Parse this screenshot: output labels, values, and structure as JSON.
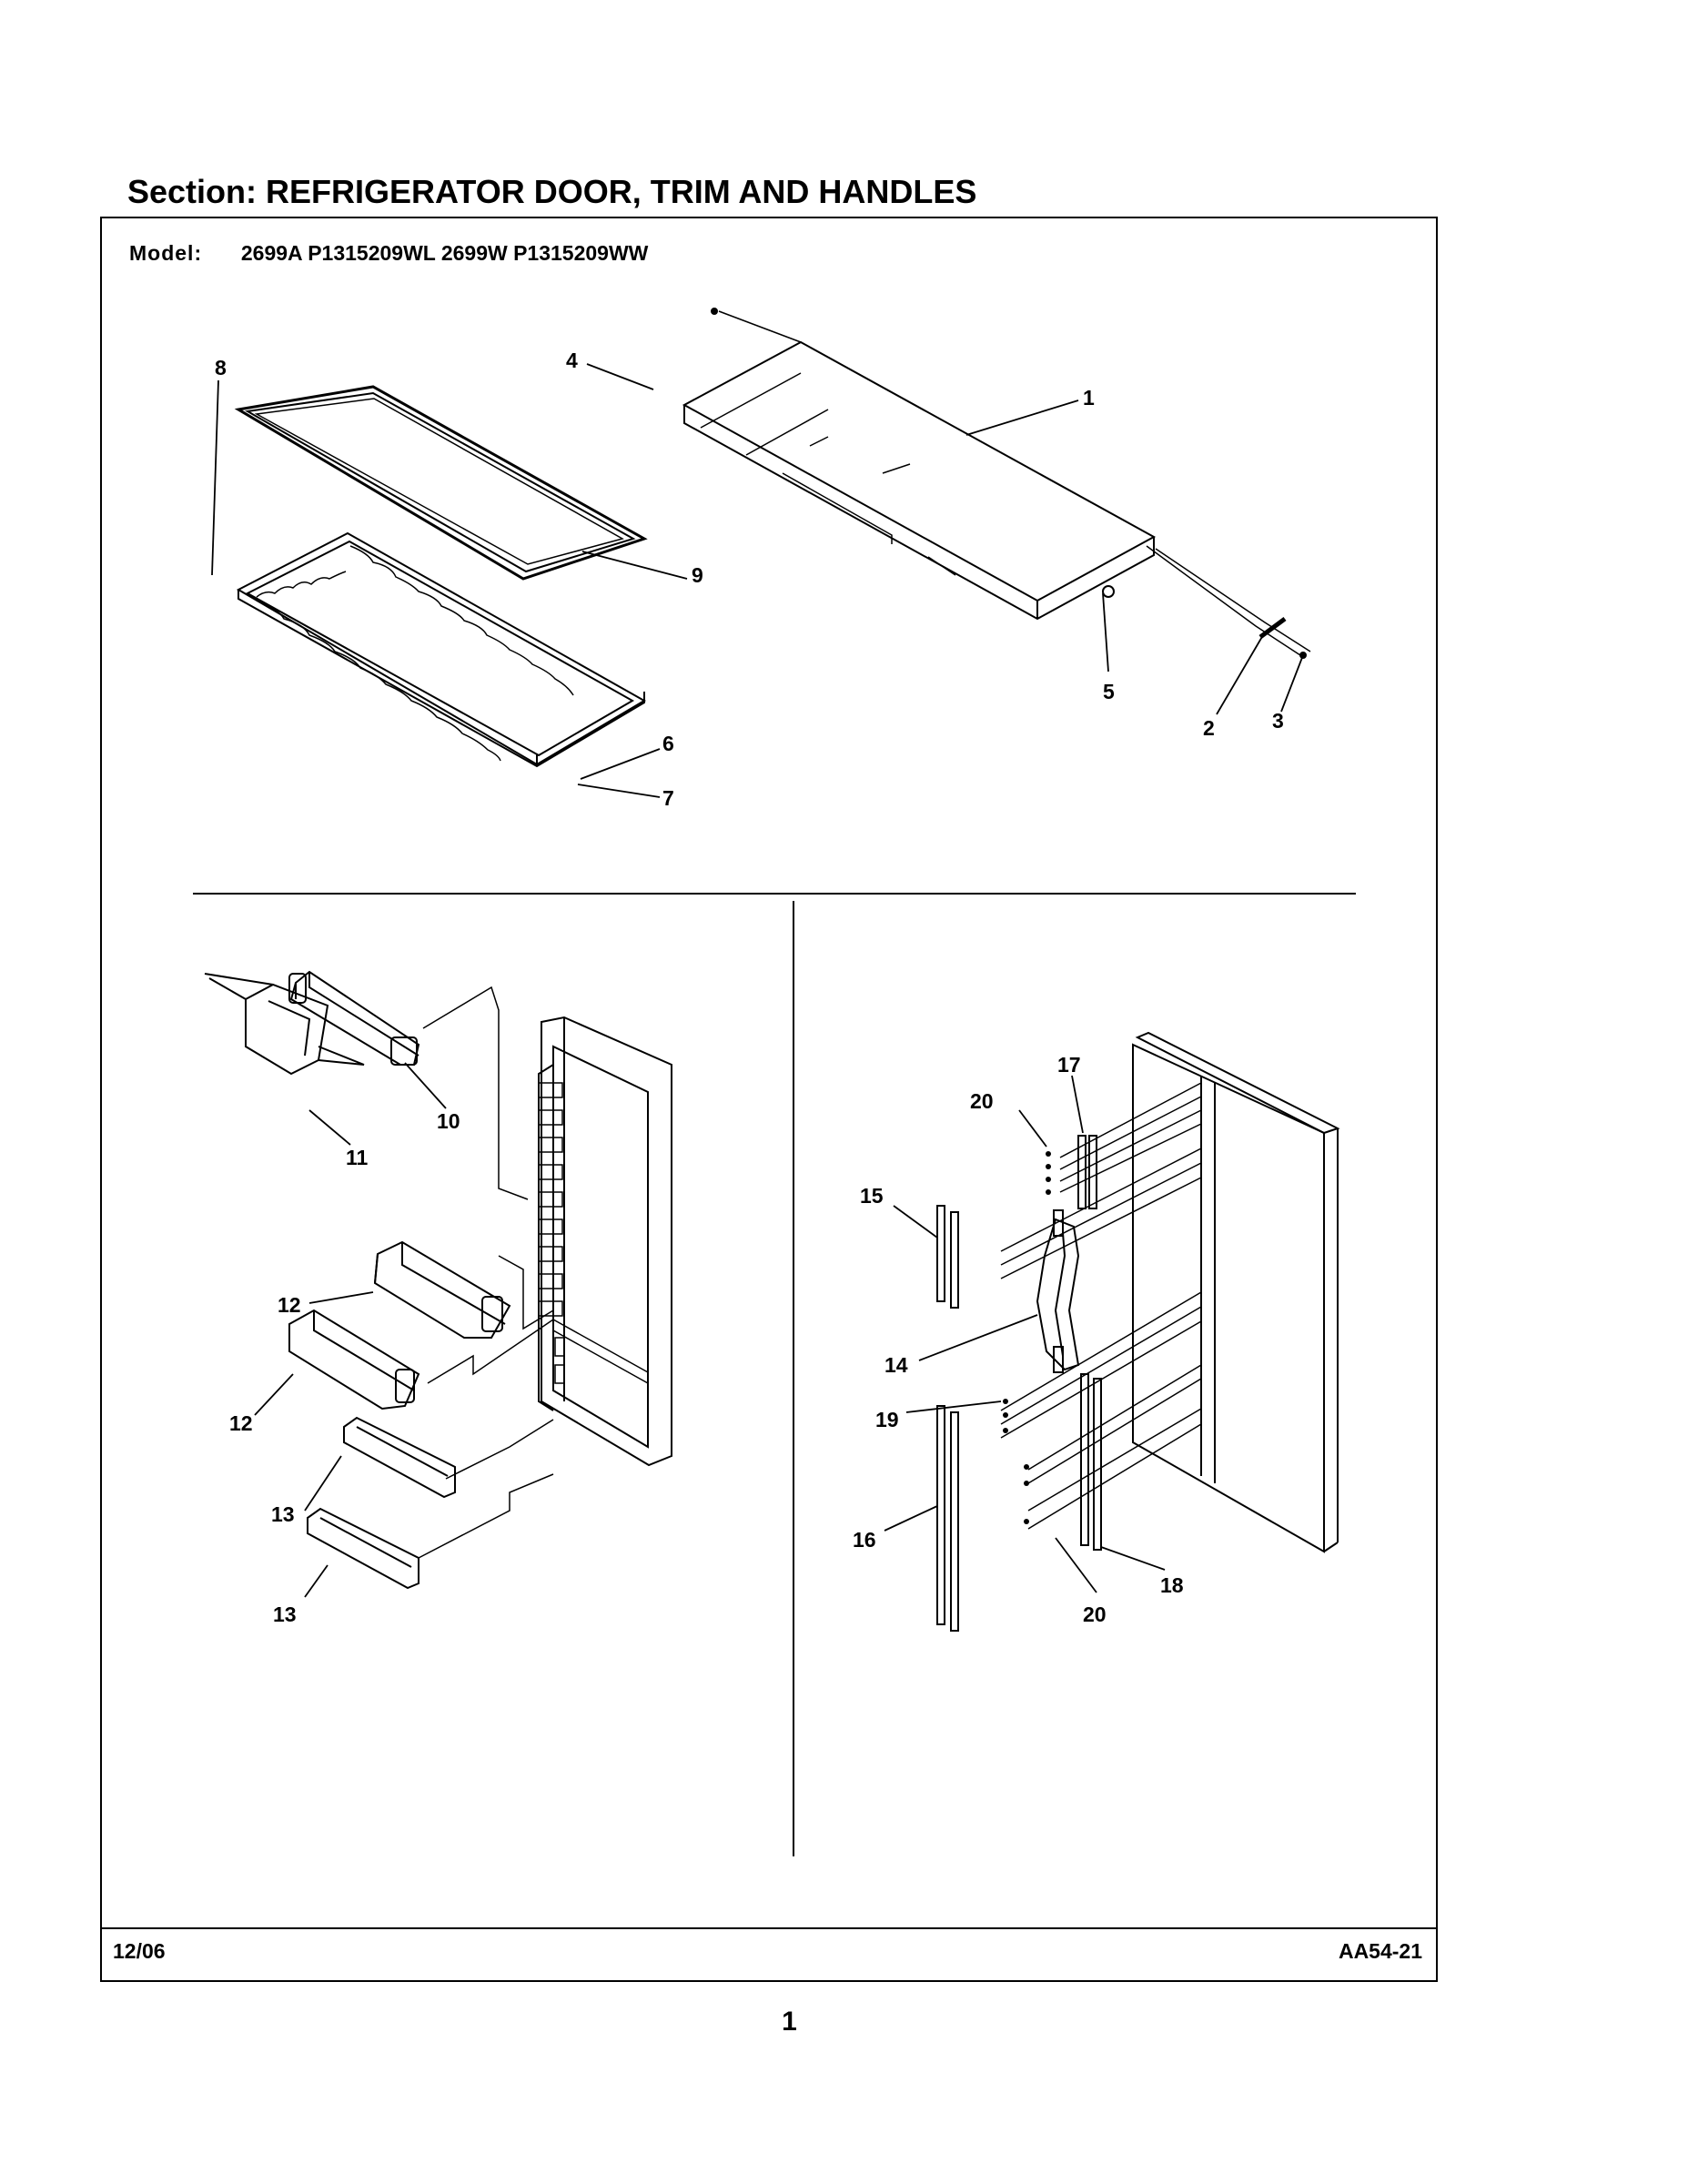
{
  "section_title": "Section:  REFRIGERATOR DOOR, TRIM AND HANDLES",
  "model": {
    "label": "Model:",
    "value": "2699A P1315209WL 2699W P1315209WW"
  },
  "footer": {
    "date": "12/06",
    "code": "AA54-21"
  },
  "page_number": "1",
  "callouts": {
    "c1": "1",
    "c2": "2",
    "c3": "3",
    "c4": "4",
    "c5": "5",
    "c6": "6",
    "c7": "7",
    "c8": "8",
    "c9": "9",
    "c10": "10",
    "c11": "11",
    "c12a": "12",
    "c12b": "12",
    "c13a": "13",
    "c13b": "13",
    "c14": "14",
    "c15": "15",
    "c16": "16",
    "c17": "17",
    "c18": "18",
    "c19": "19",
    "c20a": "20",
    "c20b": "20"
  }
}
